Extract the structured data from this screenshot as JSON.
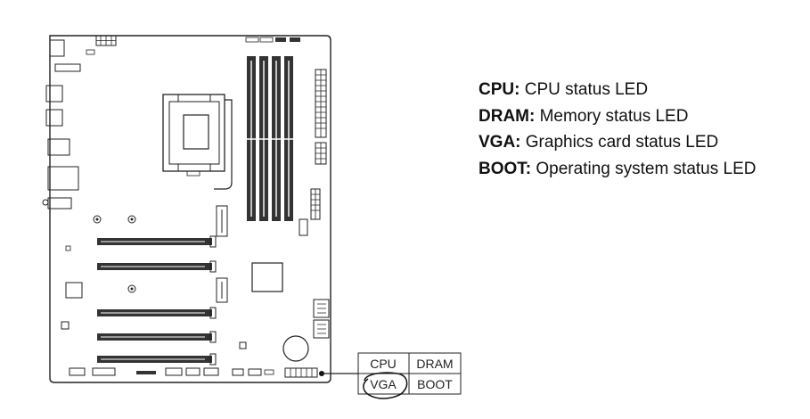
{
  "legend": [
    {
      "key": "CPU:",
      "desc": "CPU status LED"
    },
    {
      "key": "DRAM:",
      "desc": "Memory status LED"
    },
    {
      "key": "VGA:",
      "desc": "Graphics card status LED"
    },
    {
      "key": "BOOT:",
      "desc": "Operating system status LED"
    }
  ],
  "led_box": {
    "top_left": "CPU",
    "top_right": "DRAM",
    "bottom_left": "VGA",
    "bottom_right": "BOOT"
  },
  "highlighted_led": "VGA",
  "colors": {
    "line": "#222222",
    "slot_fill": "#333333",
    "background": "#ffffff"
  }
}
